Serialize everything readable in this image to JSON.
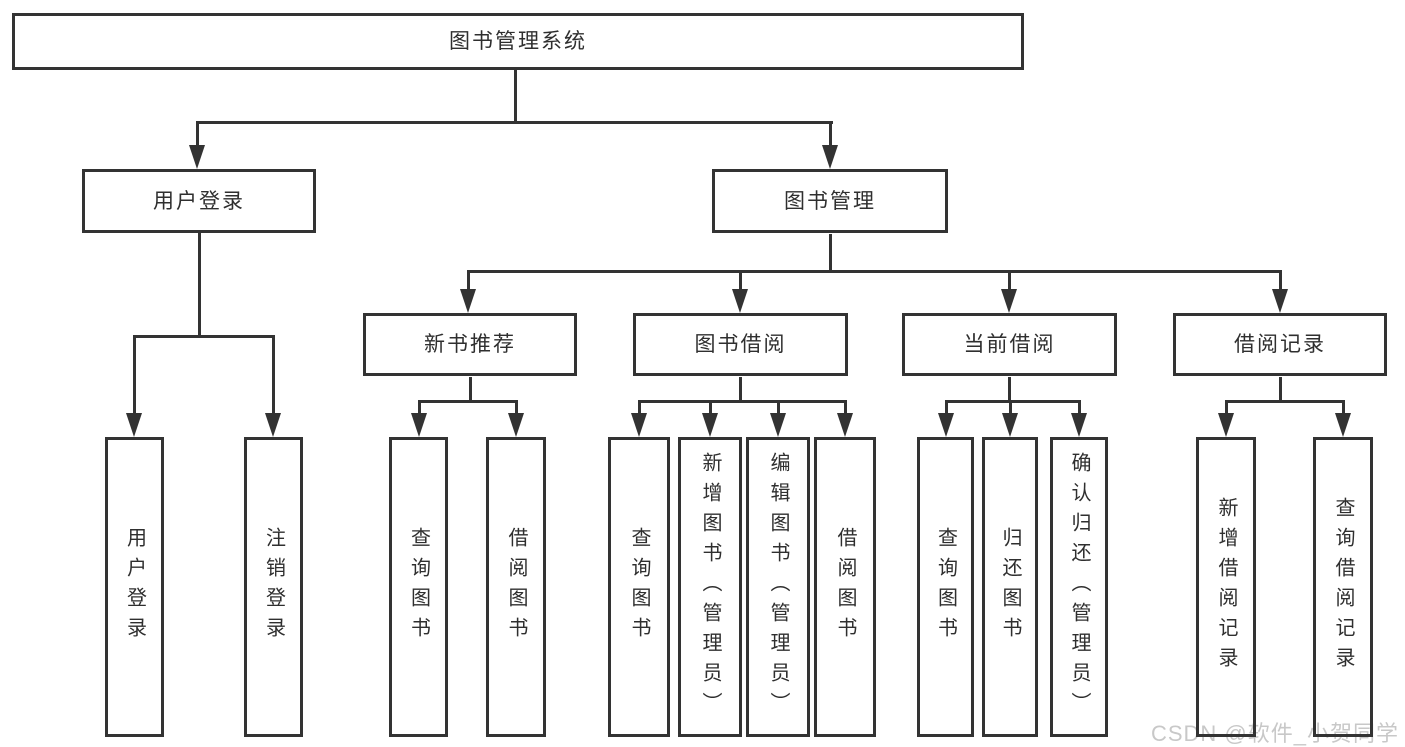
{
  "tree": {
    "label": "图书管理系统",
    "children": [
      {
        "label": "用户登录",
        "children": [
          {
            "label": "用户登录"
          },
          {
            "label": "注销登录"
          }
        ]
      },
      {
        "label": "图书管理",
        "children": [
          {
            "label": "新书推荐",
            "children": [
              {
                "label": "查询图书"
              },
              {
                "label": "借阅图书"
              }
            ]
          },
          {
            "label": "图书借阅",
            "children": [
              {
                "label": "查询图书"
              },
              {
                "label": "新增图书（管理员）"
              },
              {
                "label": "编辑图书（管理员）"
              },
              {
                "label": "借阅图书"
              }
            ]
          },
          {
            "label": "当前借阅",
            "children": [
              {
                "label": "查询图书"
              },
              {
                "label": "归还图书"
              },
              {
                "label": "确认归还（管理员）"
              }
            ]
          },
          {
            "label": "借阅记录",
            "children": [
              {
                "label": "新增借阅记录"
              },
              {
                "label": "查询借阅记录"
              }
            ]
          }
        ]
      }
    ]
  },
  "watermark": {
    "text": "CSDN @软件_小贺同学"
  },
  "colors": {
    "line": "#333333",
    "text": "#2f2f2f",
    "watermark": "#c8c8c8",
    "background": "#ffffff"
  }
}
